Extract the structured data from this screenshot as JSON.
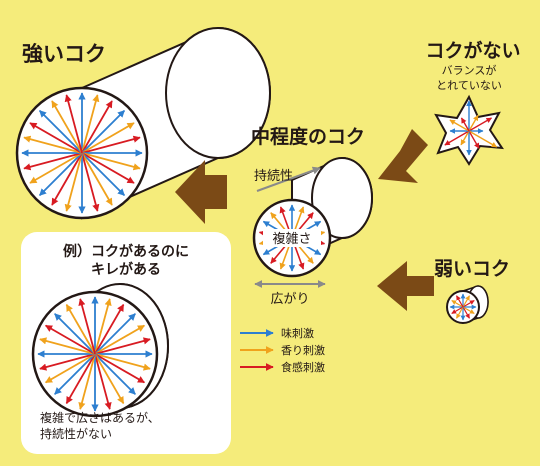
{
  "labels": {
    "strong_koku": "強いコク",
    "no_koku": "コクがない",
    "no_koku_sub1": "バランスが",
    "no_koku_sub2": "とれていない",
    "medium_koku": "中程度のコク",
    "persistence": "持続性",
    "complexity": "複雑さ",
    "breadth": "広がり",
    "weak_koku": "弱いコク"
  },
  "example": {
    "title_line1": "例）コクがあるのに",
    "title_line2": "キレがある",
    "caption_line1": "複雑で広さはあるが、",
    "caption_line2": "持続性がない"
  },
  "legend": [
    {
      "label": "味刺激",
      "color": "#2d7fd0"
    },
    {
      "label": "香り刺激",
      "color": "#f0a21c"
    },
    {
      "label": "食感刺激",
      "color": "#d81b22"
    }
  ],
  "colors": {
    "background": "#f5ec7b",
    "arrow": "#7b4a16",
    "outline": "#231815",
    "blue": "#2d7fd0",
    "orange": "#f0a21c",
    "red": "#d81b22",
    "axis_arrow": "#8a8a8a"
  }
}
